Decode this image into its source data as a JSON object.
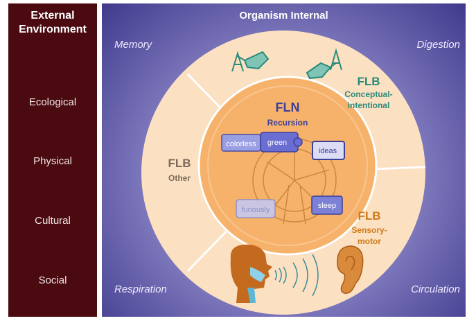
{
  "external_panel": {
    "title_line1": "External",
    "title_line2": "Environment",
    "items": [
      "Ecological",
      "Physical",
      "Cultural",
      "Social"
    ]
  },
  "organism_panel": {
    "title": "Organism Internal",
    "corners": {
      "top_left": "Memory",
      "top_right": "Digestion",
      "bottom_left": "Respiration",
      "bottom_right": "Circulation"
    }
  },
  "fln": {
    "title": "FLN",
    "subtitle": "Recursion"
  },
  "flb_conceptual": {
    "title": "FLB",
    "line1": "Conceptual-",
    "line2": "intentional"
  },
  "flb_other": {
    "title": "FLB",
    "subtitle": "Other"
  },
  "flb_sensory": {
    "title": "FLB",
    "line1": "Sensory-",
    "line2": "motor"
  },
  "puzzle_words": [
    "colorless",
    "green",
    "ideas",
    "furiously",
    "sleep"
  ],
  "colors": {
    "environment_bg": "#4a0a10",
    "outer_ring": "#fbe0c1",
    "inner_circle": "#f6b26b",
    "conceptual_text": "#2a8a7a",
    "sensory_text": "#d07a1a",
    "fln_text": "#3b3f9a",
    "other_text": "#7a6a5a"
  },
  "icons": [
    "hand-writing-icon",
    "hand-writing-icon-2",
    "windmill-icon",
    "head-profile-icon",
    "ear-icon"
  ]
}
